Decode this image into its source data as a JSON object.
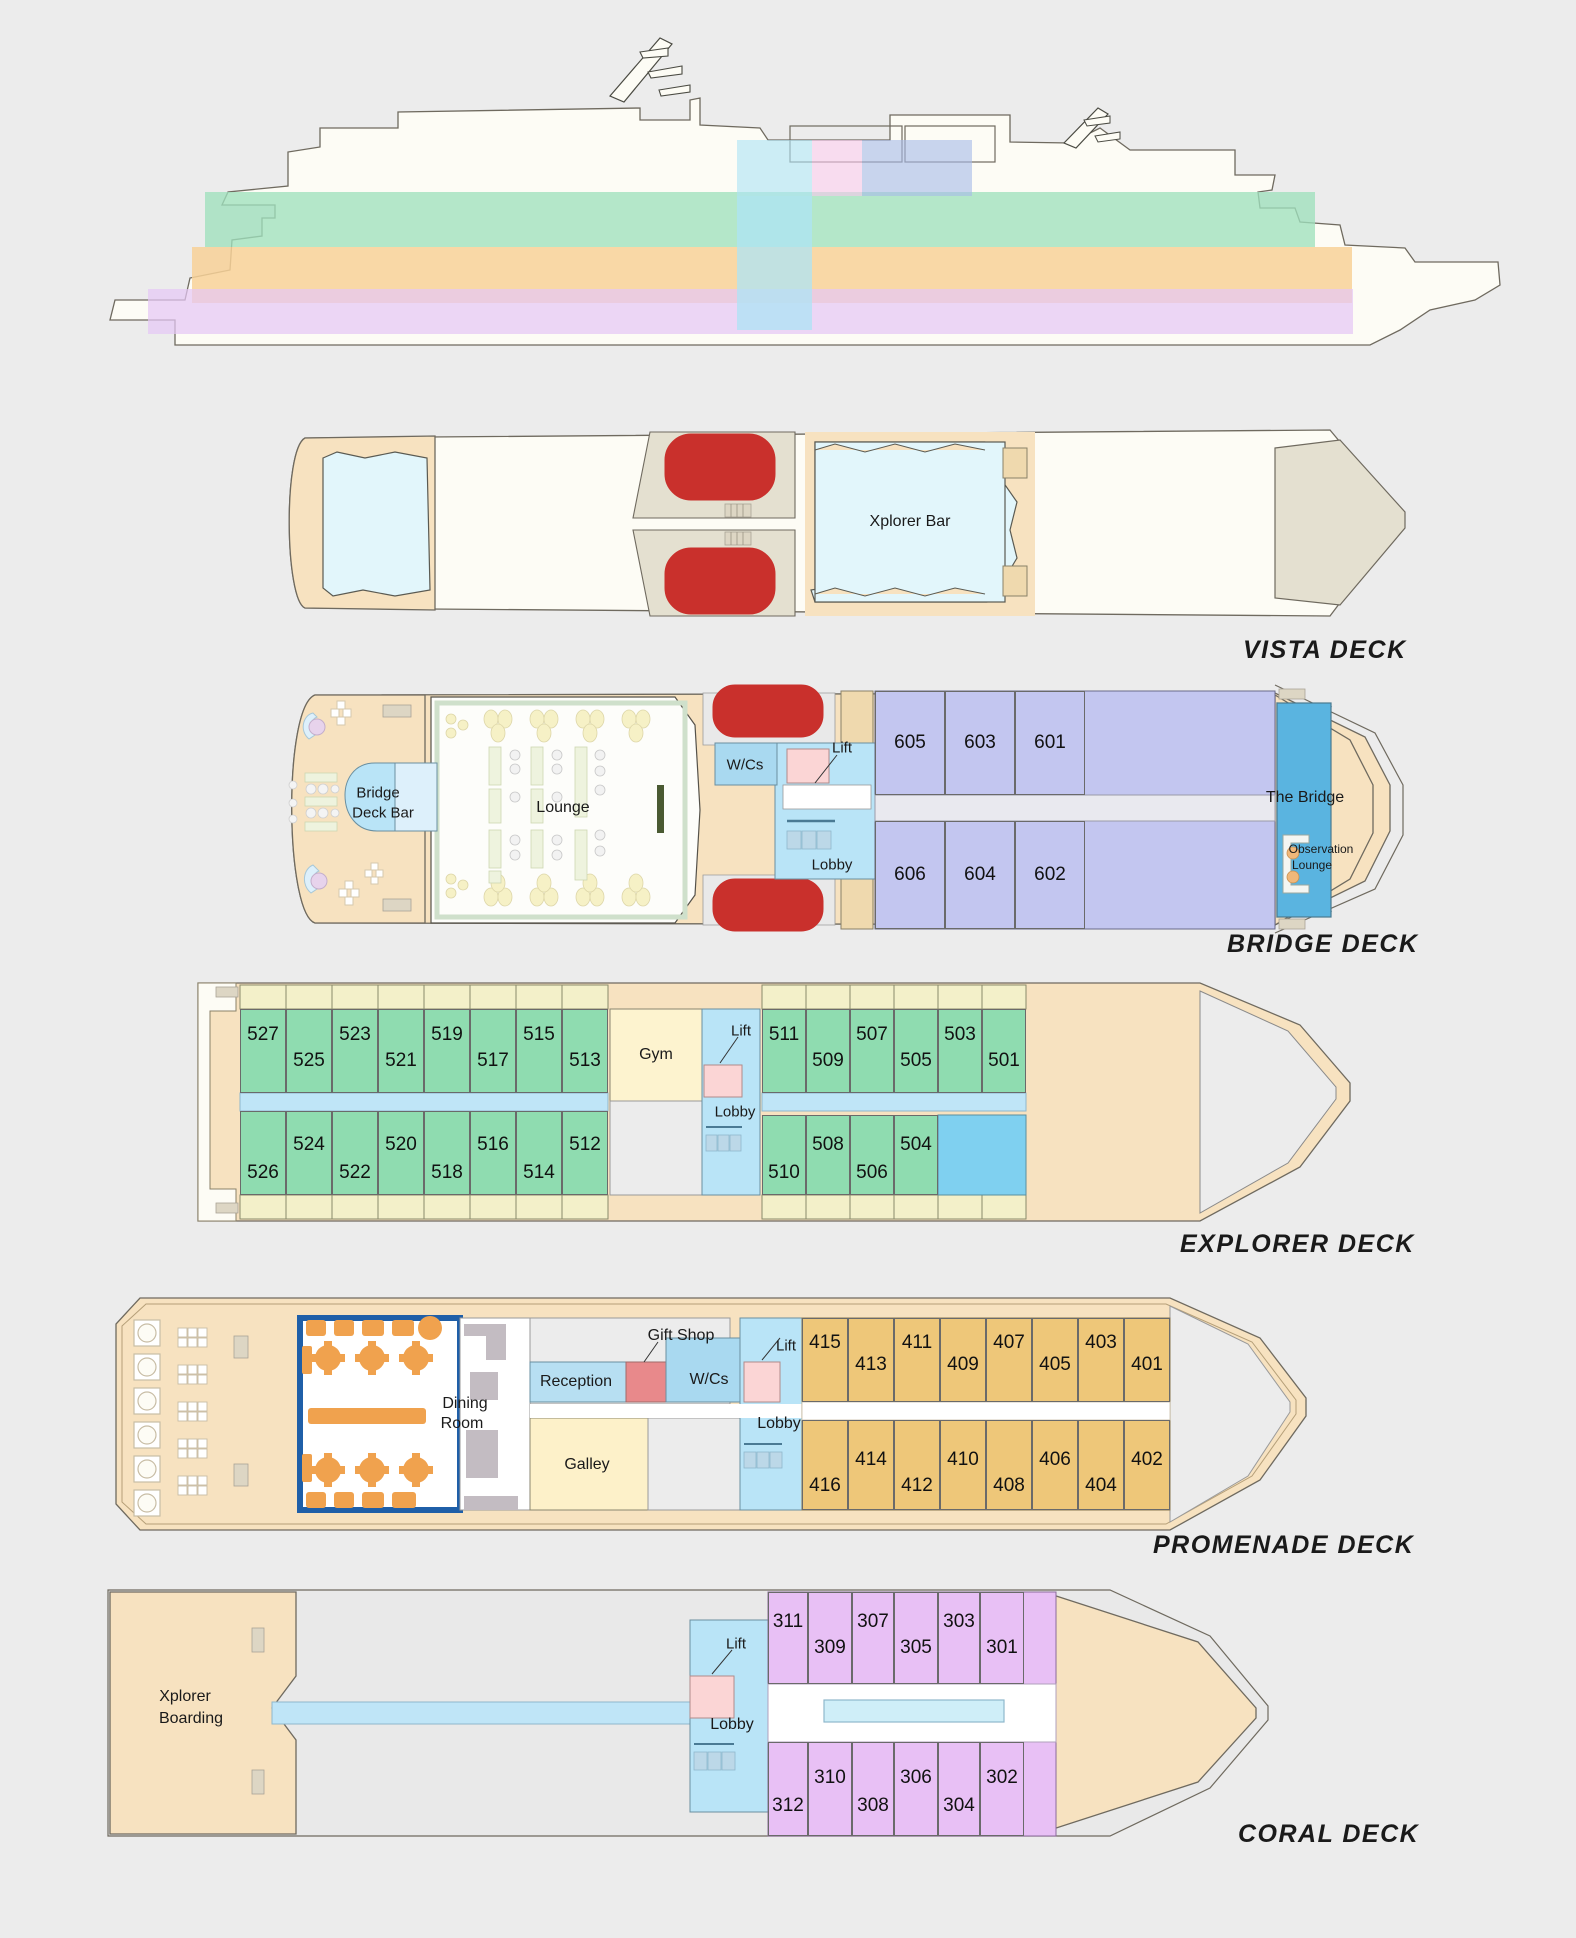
{
  "decks": [
    {
      "id": "profile",
      "label": ""
    },
    {
      "id": "vista",
      "label": "VISTA DECK"
    },
    {
      "id": "bridge",
      "label": "BRIDGE DECK"
    },
    {
      "id": "explorer",
      "label": "EXPLORER DECK"
    },
    {
      "id": "promenade",
      "label": "PROMENADE DECK"
    },
    {
      "id": "coral",
      "label": "CORAL DECK"
    }
  ],
  "labels": {
    "vista_deck": "VISTA DECK",
    "bridge_deck": "BRIDGE DECK",
    "explorer_deck": "EXPLORER DECK",
    "promenade_deck": "PROMENADE DECK",
    "coral_deck": "CORAL DECK"
  },
  "vista": {
    "rooms": [
      {
        "name": "Xplorer Bar"
      }
    ]
  },
  "bridge": {
    "rooms": [
      {
        "name": "Bridge Deck Bar",
        "line1": "Bridge",
        "line2": "Deck Bar"
      },
      {
        "name": "Lounge"
      },
      {
        "name": "W/Cs"
      },
      {
        "name": "Lift"
      },
      {
        "name": "Lobby"
      },
      {
        "name": "The Bridge"
      },
      {
        "name": "Observation Lounge",
        "line1": "Observation",
        "line2": "Lounge"
      }
    ],
    "cabins_top": [
      "605",
      "603",
      "601"
    ],
    "cabins_bottom": [
      "606",
      "604",
      "602"
    ]
  },
  "explorer": {
    "rooms": [
      {
        "name": "Gym"
      },
      {
        "name": "Lift"
      },
      {
        "name": "Lobby"
      }
    ],
    "cabins_port_upper": [
      "527",
      "525",
      "523",
      "521",
      "519",
      "517",
      "515",
      "513"
    ],
    "cabins_port_lower": [
      "526",
      "524",
      "522",
      "520",
      "518",
      "516",
      "514",
      "512"
    ],
    "cabins_fwd_upper": [
      "511",
      "509",
      "507",
      "505",
      "503",
      "501"
    ],
    "cabins_fwd_lower": [
      "510",
      "508",
      "506",
      "504"
    ]
  },
  "promenade": {
    "rooms": [
      {
        "name": "Dining Room",
        "line1": "Dining",
        "line2": "Room"
      },
      {
        "name": "Gift Shop"
      },
      {
        "name": "Reception"
      },
      {
        "name": "W/Cs"
      },
      {
        "name": "Galley"
      },
      {
        "name": "Lift"
      },
      {
        "name": "Lobby"
      }
    ],
    "cabins_upper": [
      "415",
      "413",
      "411",
      "409",
      "407",
      "405",
      "403",
      "401"
    ],
    "cabins_lower": [
      "416",
      "414",
      "412",
      "410",
      "408",
      "406",
      "404",
      "402"
    ]
  },
  "coral": {
    "rooms": [
      {
        "name": "Xplorer Boarding",
        "line1": "Xplorer",
        "line2": "Boarding"
      },
      {
        "name": "Lift"
      },
      {
        "name": "Lobby"
      }
    ],
    "cabins_upper": [
      "311",
      "309",
      "307",
      "305",
      "303",
      "301"
    ],
    "cabins_lower": [
      "312",
      "310",
      "308",
      "306",
      "304",
      "302"
    ]
  },
  "colors": {
    "background": "#ececec",
    "hull": "#f7e2c0",
    "bridge_cabin": "#c3c6f0",
    "explorer_cabin": "#8fdcb0",
    "promenade_cabin": "#eec779",
    "coral_cabin": "#e8c0f5",
    "tender_red": "#c9302c",
    "pool_blue": "#e2f6fb",
    "bridge_blue": "#5ab4e0",
    "lift_pink": "#fbd5d5",
    "profile_band_green": "#9fe0bd",
    "profile_band_orange": "#f8d198",
    "profile_band_purple": "#e5c8f5",
    "profile_band_cyan": "#aee4f5",
    "profile_band_pink": "#f5c8ec",
    "profile_band_blue": "#a8bce8"
  }
}
